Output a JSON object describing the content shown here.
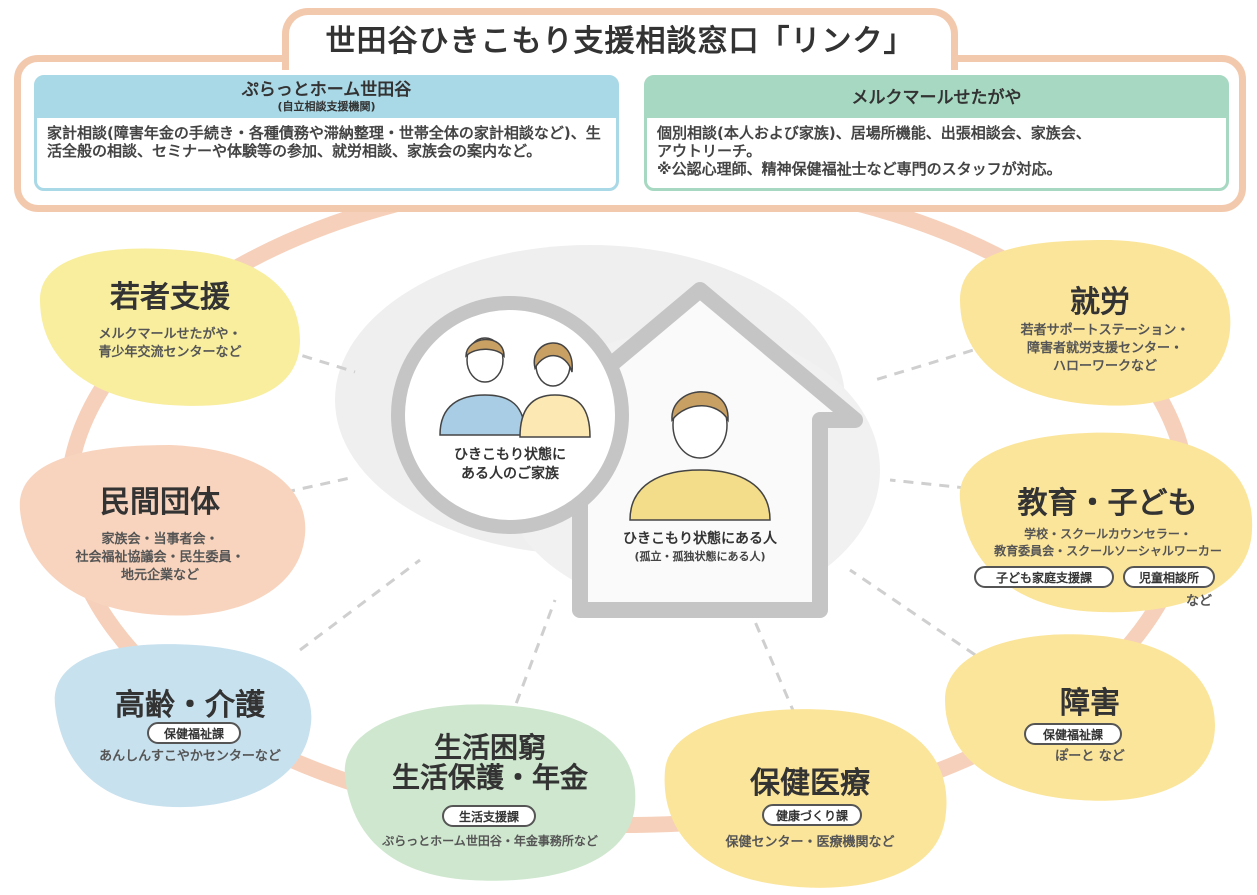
{
  "header": {
    "title": "世田谷ひきこもり支援相談窓口「リンク」",
    "left_card": {
      "title": "ぷらっとホーム世田谷",
      "subtitle": "(自立相談支援機関)",
      "body": "家計相談(障害年金の手続き・各種債務や滞納整理・世帯全体の家計相談など)、生活全般の相談、セミナーや体験等の参加、就労相談、家族会の案内など。"
    },
    "right_card": {
      "title": "メルクマールせたがや",
      "body_line1": "個別相談(本人および家族)、居場所機能、出張相談会、家族会、",
      "body_line2": "アウトリーチ。",
      "body_line3": "※公認心理師、精神保健福祉士など専門のスタッフが対応。"
    }
  },
  "center": {
    "family_label_1": "ひきこもり状態に",
    "family_label_2": "ある人のご家族",
    "person_label": "ひきこもり状態にある人",
    "person_sublabel": "(孤立・孤独状態にある人)"
  },
  "nodes": {
    "youth": {
      "title": "若者支援",
      "sub1": "メルクマールせたがや・",
      "sub2": "青少年交流センターなど"
    },
    "private": {
      "title": "民間団体",
      "sub1": "家族会・当事者会・",
      "sub2": "社会福祉協議会・民生委員・",
      "sub3": "地元企業など"
    },
    "elderly": {
      "title": "高齢・介護",
      "badge": "保健福祉課",
      "sub1": "あんしんすこやかセンターなど"
    },
    "poverty": {
      "title1": "生活困窮",
      "title2": "生活保護・年金",
      "badge": "生活支援課",
      "sub1": "ぷらっとホーム世田谷・年金事務所など"
    },
    "health": {
      "title": "保健医療",
      "badge": "健康づくり課",
      "sub1": "保健センター・医療機関など"
    },
    "disability": {
      "title": "障害",
      "badge": "保健福祉課",
      "sub1": "ぽーと など"
    },
    "education": {
      "title": "教育・子ども",
      "sub1": "学校・スクールカウンセラー・",
      "sub2": "教育委員会・スクールソーシャルワーカー",
      "badge1": "子ども家庭支援課",
      "badge2": "児童相談所",
      "sub3": "など"
    },
    "work": {
      "title": "就労",
      "sub1": "若者サポートステーション・",
      "sub2": "障害者就労支援センター・",
      "sub3": "ハローワークなど"
    }
  },
  "colors": {
    "ring": "#f6c9b0",
    "frame": "#f3c9ad",
    "left_card": "#a9d8e6",
    "right_card": "#a6d8c2",
    "youth_blob": "#f8ee9e",
    "private_blob": "#f8d4be",
    "elderly_blob": "#c8e1ee",
    "poverty_blob": "#cfe7cf",
    "yellow_blob": "#fbe59b",
    "center_gray": "#e8e8e8",
    "house": "#c5c5c5"
  }
}
